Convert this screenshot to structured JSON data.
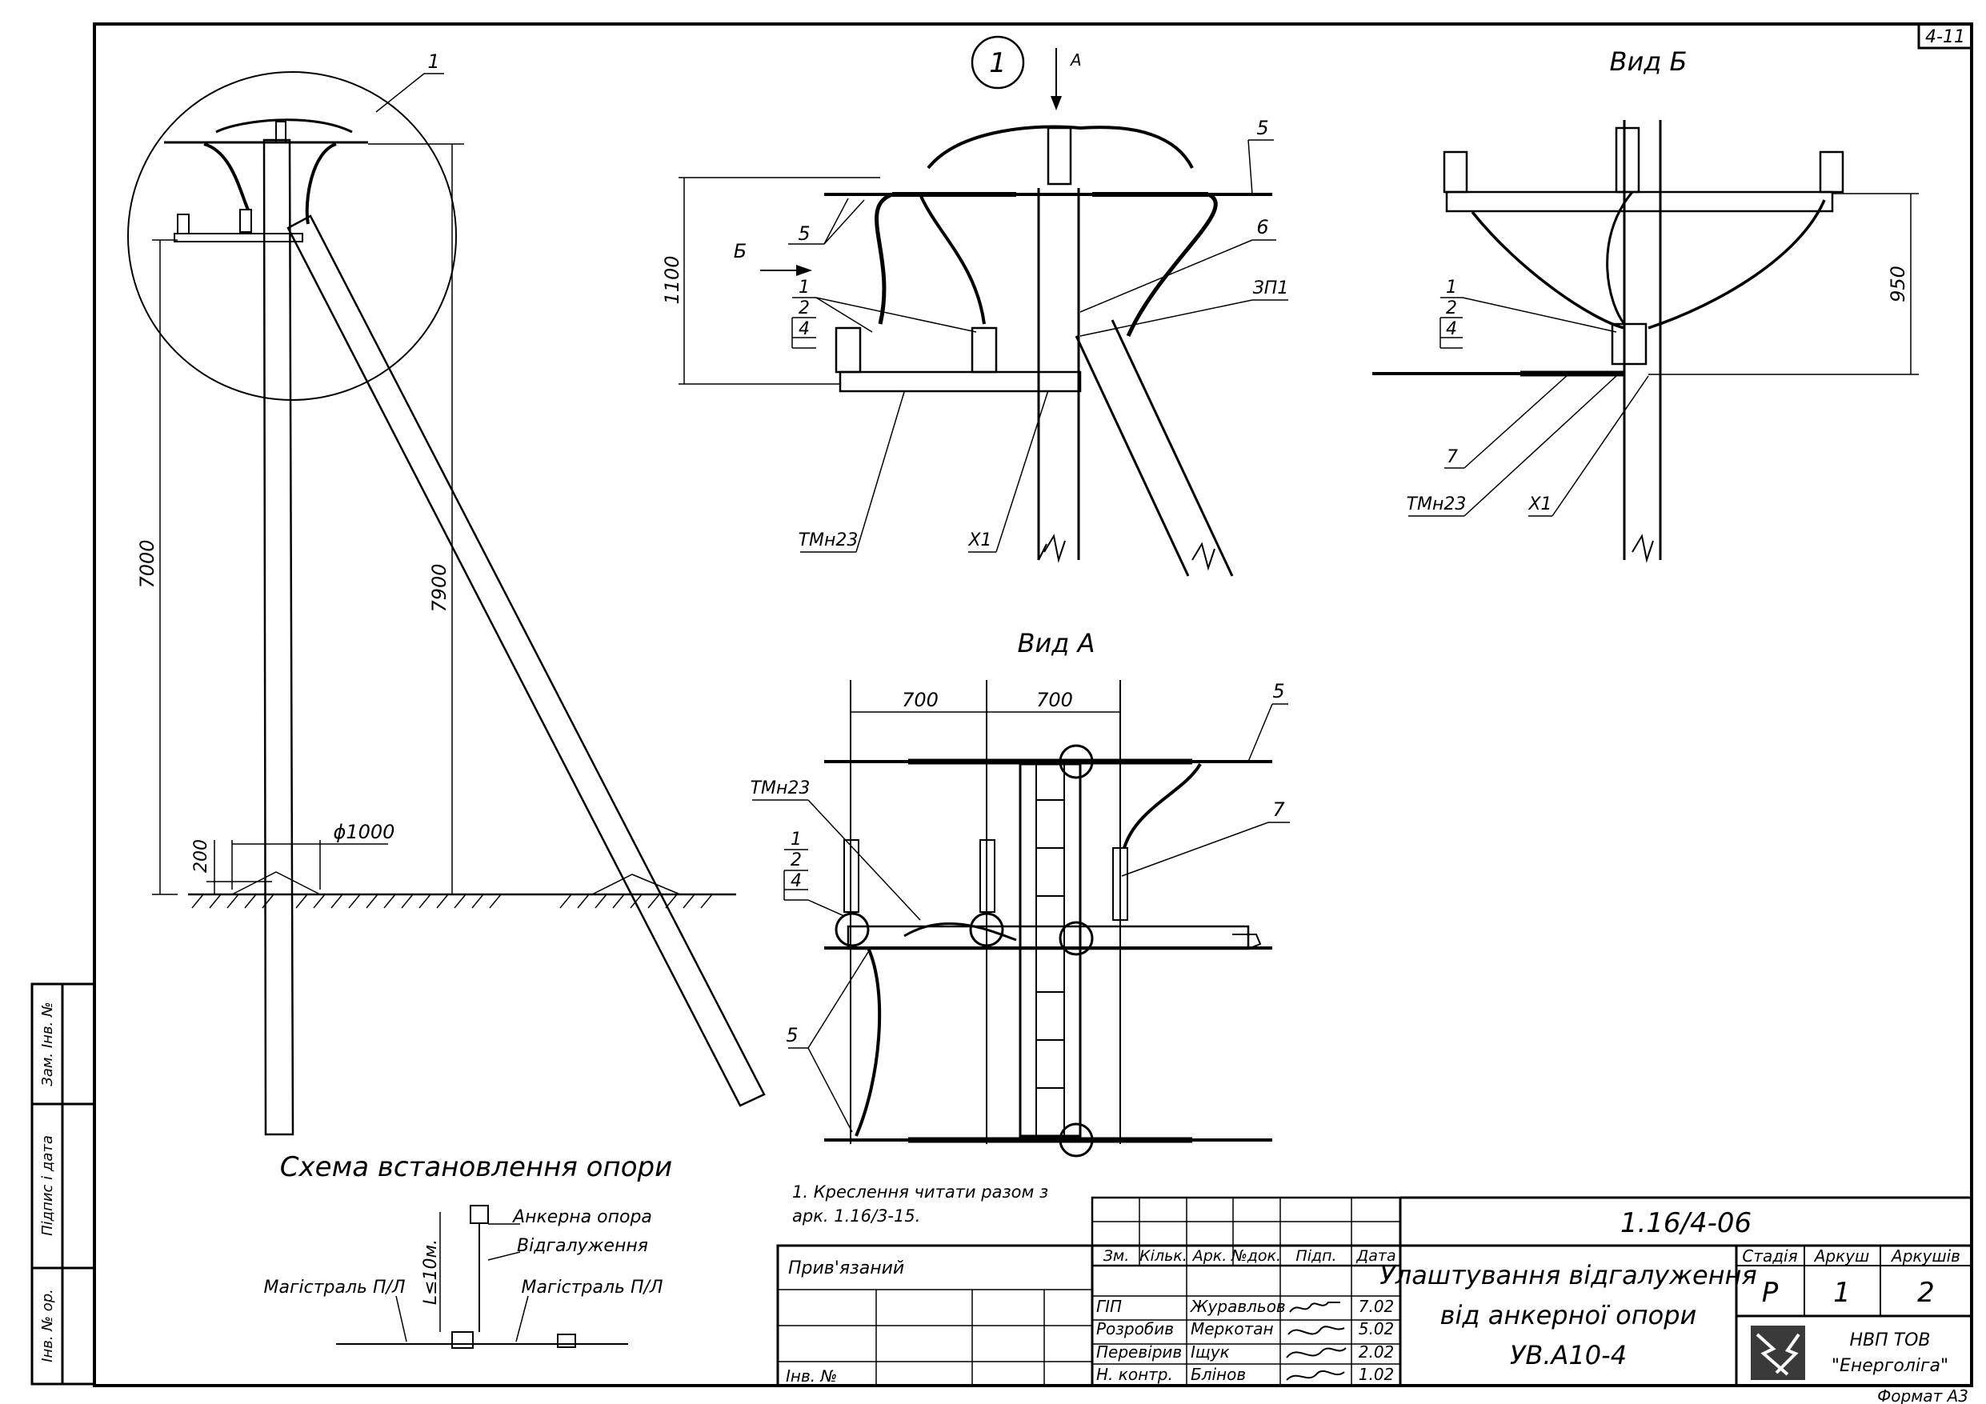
{
  "sheet": {
    "corner_code": "4-11",
    "format": "Формат А3"
  },
  "callouts": {
    "c1": "1",
    "c2": "2",
    "c4": "4",
    "c5": "5",
    "c6": "6",
    "c7": "7",
    "zp1": "ЗП1",
    "tmn23": "ТМн23",
    "x1": "Х1",
    "node": "1",
    "arrow_a": "А",
    "arrow_b": "Б"
  },
  "views": {
    "view_b": "Вид Б",
    "view_a": "Вид А"
  },
  "dimensions": {
    "d1100": "1100",
    "d950": "950",
    "d7000": "7000",
    "d7900": "7900",
    "d200": "200",
    "d1000": "ϕ1000",
    "d700a": "700",
    "d700b": "700",
    "l10": "L≤10м."
  },
  "scheme": {
    "title": "Схема встановлення опори",
    "anchor": "Анкерна опора",
    "branch": "Відгалуження",
    "main_left": "Магістраль П/Л",
    "main_right": "Магістраль П/Л"
  },
  "note": {
    "line1": "1. Креслення читати разом з",
    "line2": "арк. 1.16/3-15."
  },
  "side_stamp": {
    "zam": "Зам. Інв. №",
    "pidpys": "Підпис і дата",
    "inv": "Інв. № ор."
  },
  "title_block": {
    "privyaz": "Прив'язаний",
    "inv_no": "Інв. №",
    "designation": "1.16/4-06",
    "headers": [
      "Зм.",
      "Кільк.",
      "Арк.",
      "№док.",
      "Підп.",
      "Дата"
    ],
    "rows": [
      {
        "role": "ГІП",
        "name": "Журавльов",
        "date": "7.02"
      },
      {
        "role": "Розробив",
        "name": "Меркотан",
        "date": "5.02"
      },
      {
        "role": "Перевірив",
        "name": "Іщук",
        "date": "2.02"
      },
      {
        "role": "Н. контр.",
        "name": "Блінов",
        "date": "1.02"
      }
    ],
    "title_l1": "Улаштування відгалуження",
    "title_l2": "від анкерної опори",
    "title_l3": "УВ.А10-4",
    "stage_h": "Стадія",
    "sheet_h": "Аркуш",
    "sheets_h": "Аркушів",
    "stage": "Р",
    "sheet": "1",
    "sheets": "2",
    "org_l1": "НВП ТОВ",
    "org_l2": "\"Енерголіга\"",
    "colors": {
      "logo_bg": "#3a3a3a",
      "logo_fg": "#ffffff"
    }
  }
}
